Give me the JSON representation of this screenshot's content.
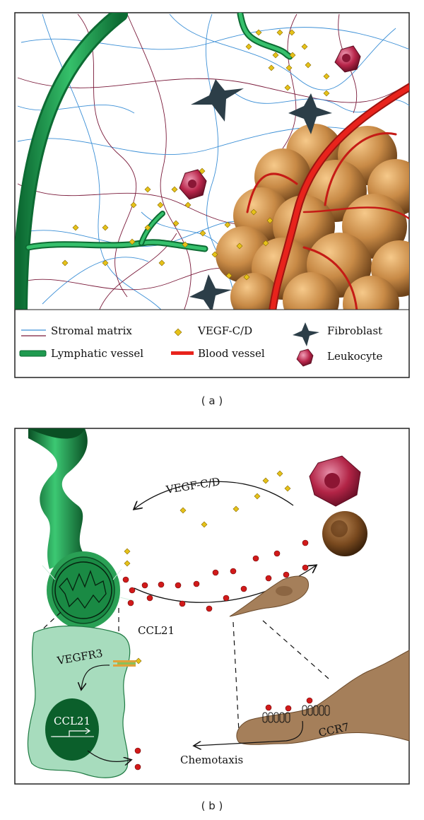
{
  "panel_a": {
    "caption": "( a )",
    "legend": {
      "stromal_matrix": "Stromal matrix",
      "lymphatic_vessel": "Lymphatic vessel",
      "vegf": "VEGF-C/D",
      "blood_vessel": "Blood vessel",
      "fibroblast": "Fibroblast",
      "leukocyte": "Leukocyte"
    }
  },
  "panel_b": {
    "caption": "( b )",
    "labels": {
      "vegf": "VEGF-C/D",
      "ccl21": "CCL21",
      "vegfr3": "VEGFR3",
      "ccl21_gene": "CCL21",
      "ccr7": "CCR7",
      "chemotaxis": "Chemotaxis"
    }
  },
  "colors": {
    "lymphatic": "#1f9a4f",
    "lymphatic_dark": "#0d6b33",
    "blood": "#e8231c",
    "tumor": "#c88a46",
    "vegf": "#e6c219",
    "ccl21": "#d11a1a",
    "fibroblast": "#2c3e48",
    "leukocyte": "#b8254a",
    "cell_body": "#a7dcbd",
    "nucleus": "#0b5f2b",
    "fibroblast_b": "#a57f5a"
  }
}
